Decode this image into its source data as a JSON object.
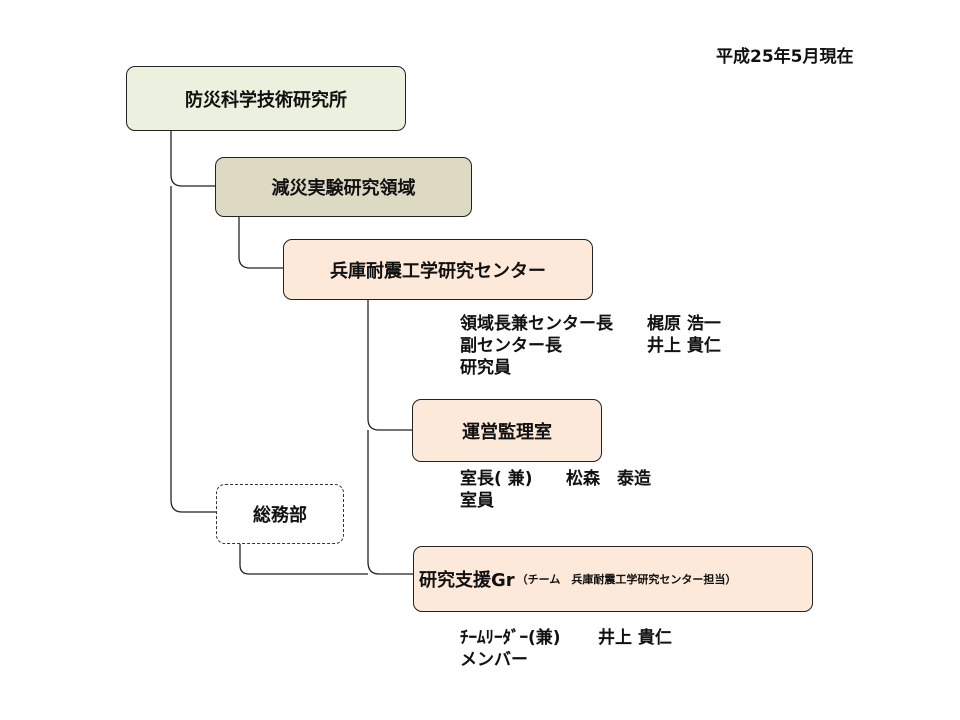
{
  "date_note": "平成25年5月現在",
  "org": {
    "root": "防災科学技術研究所",
    "division": "減災実験研究領域",
    "center": "兵庫耐震工学研究センター",
    "office": "運営監理室",
    "admin": "総務部",
    "group_main": "研究支援Gr",
    "group_sub": "（チーム　兵庫耐震工学研究センター担当）"
  },
  "center_staff": [
    {
      "role": "領域長兼センター長",
      "name": "梶原 浩一"
    },
    {
      "role": "副センター長",
      "name": "井上 貴仁"
    },
    {
      "role": "研究員",
      "name": ""
    }
  ],
  "office_staff": [
    {
      "role": "室長( 兼)",
      "name": "松森　泰造"
    },
    {
      "role": "室員",
      "name": ""
    }
  ],
  "group_staff": [
    {
      "role": "ﾁｰﾑﾘｰﾀﾞｰ(兼)",
      "name": "井上 貴仁"
    },
    {
      "role": "メンバー",
      "name": ""
    }
  ]
}
